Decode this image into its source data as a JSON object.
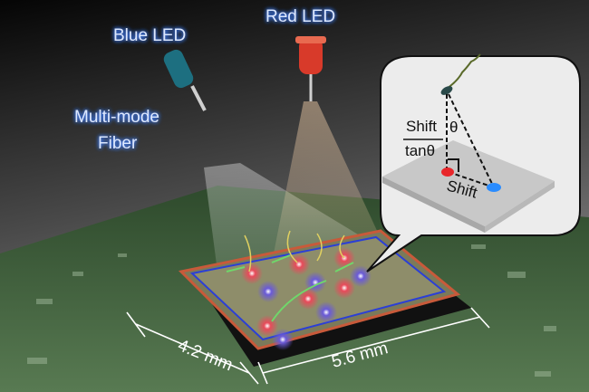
{
  "labels": {
    "blue_led": "Blue LED",
    "red_led": "Red LED",
    "fiber_line1": "Multi-mode",
    "fiber_line2": "Fiber",
    "width_dim": "4.2 mm",
    "length_dim": "5.6 mm"
  },
  "inset": {
    "numerator": "Shift",
    "denominator": "tanθ",
    "angle": "θ",
    "shift": "Shift"
  },
  "colors": {
    "blue_led": "#2a8cff",
    "red_led": "#e8262a",
    "board": "#3f5a3a",
    "chip_outline": "#2b3fd6"
  }
}
